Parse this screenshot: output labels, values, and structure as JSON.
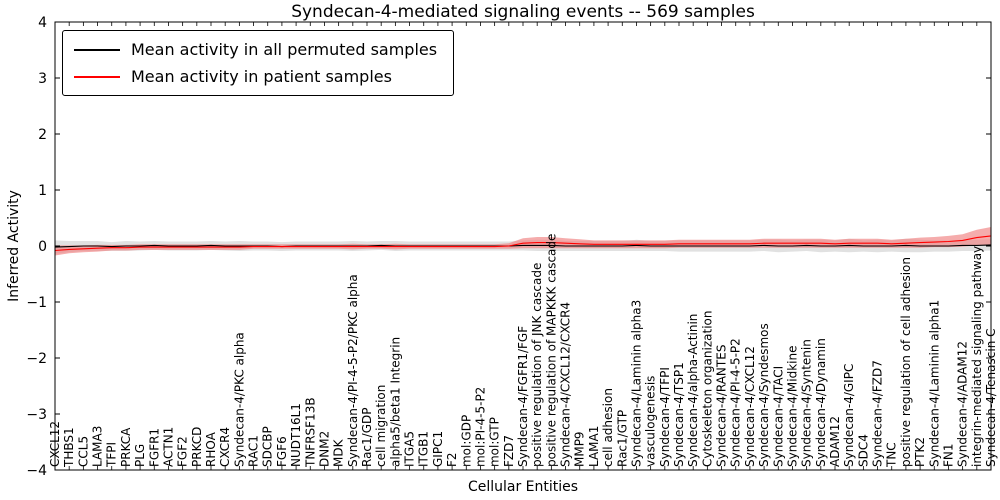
{
  "chart_data": {
    "type": "line",
    "title": "Syndecan-4-mediated signaling events -- 569 samples",
    "xlabel": "Cellular Entities",
    "ylabel": "Inferred Activity",
    "ylim": [
      -4,
      4
    ],
    "yticks": [
      -4,
      -3,
      -2,
      -1,
      0,
      1,
      2,
      3,
      4
    ],
    "grid": false,
    "legend_position": "upper left",
    "legend": [
      {
        "label": "Mean activity in all permuted samples",
        "color": "#000000"
      },
      {
        "label": "Mean activity in patient samples",
        "color": "#ff0000"
      }
    ],
    "colors": {
      "permuted_line": "#000000",
      "patient_line": "#ff0000",
      "permuted_band": "#c8c8c8",
      "patient_band": "#f08080",
      "frame": "#000000"
    },
    "categories": [
      "CXCL12",
      "THBS1",
      "CCL5",
      "LAMA3",
      "TFPI",
      "PRKCA",
      "PLG",
      "FGFR1",
      "ACTN1",
      "FGF2",
      "PRKCD",
      "RHOA",
      "CXCR4",
      "Syndecan-4/PKC alpha",
      "RAC1",
      "SDCBP",
      "FGF6",
      "NUDT16L1",
      "TNFRSF13B",
      "DNM2",
      "MDK",
      "Syndecan-4/PI-4-5-P2/PKC alpha",
      "Rac1/GDP",
      "cell migration",
      "alpha5/beta1 Integrin",
      "ITGA5",
      "ITGB1",
      "GIPC1",
      "F2",
      "mol:GDP",
      "mol:PI-4-5-P2",
      "mol:GTP",
      "FZD7",
      "Syndecan-4/FGFR1/FGF",
      "positive regulation of JNK cascade",
      "positive regulation of MAPKKK cascade",
      "Syndecan-4/CXCL12/CXCR4",
      "MMP9",
      "LAMA1",
      "cell adhesion",
      "Rac1/GTP",
      "Syndecan-4/Laminin alpha3",
      "vasculogenesis",
      "Syndecan-4/TFPI",
      "Syndecan-4/TSP1",
      "Syndecan-4/alpha-Actinin",
      "Cytoskeleton organization",
      "Syndecan-4/RANTES",
      "Syndecan-4/PI-4-5-P2",
      "Syndecan-4/CXCL12",
      "Syndecan-4/Syndesmos",
      "Syndecan-4/TACI",
      "Syndecan-4/Midkine",
      "Syndecan-4/Syntenin",
      "Syndecan-4/Dynamin",
      "ADAM12",
      "Syndecan-4/GIPC",
      "SDC4",
      "Syndecan-4/FZD7",
      "TNC",
      "positive regulation of cell adhesion",
      "PTK2",
      "Syndecan-4/Laminin alpha1",
      "FN1",
      "Syndecan-4/ADAM12",
      "integrin-mediated signaling pathway",
      "Syndecan-4/Tenascin C"
    ],
    "series": [
      {
        "name": "Mean activity in all permuted samples",
        "values": [
          -0.02,
          -0.01,
          0,
          0,
          -0.01,
          0,
          0,
          0.01,
          0,
          0,
          0,
          0.01,
          0,
          0,
          0,
          0,
          -0.01,
          0,
          0,
          0,
          0,
          0,
          0,
          0.01,
          0,
          0,
          0,
          0,
          0,
          0,
          0,
          0,
          0,
          0.01,
          0.01,
          0.01,
          0,
          0,
          0,
          0,
          0,
          0.01,
          0,
          0,
          0,
          0,
          0,
          0,
          0,
          0,
          0.01,
          0,
          0,
          0.01,
          0,
          0,
          0.01,
          0,
          0,
          0,
          0.01,
          0,
          0,
          0,
          0.01,
          0.01,
          0.02
        ],
        "band_halfwidth": [
          0.12,
          0.1,
          0.09,
          0.09,
          0.08,
          0.09,
          0.08,
          0.08,
          0.08,
          0.08,
          0.08,
          0.08,
          0.08,
          0.09,
          0.08,
          0.08,
          0.08,
          0.08,
          0.08,
          0.08,
          0.08,
          0.09,
          0.08,
          0.08,
          0.09,
          0.08,
          0.08,
          0.08,
          0.08,
          0.08,
          0.08,
          0.08,
          0.08,
          0.09,
          0.1,
          0.1,
          0.09,
          0.09,
          0.09,
          0.09,
          0.09,
          0.1,
          0.09,
          0.09,
          0.1,
          0.1,
          0.1,
          0.1,
          0.1,
          0.1,
          0.1,
          0.11,
          0.1,
          0.1,
          0.11,
          0.1,
          0.12,
          0.1,
          0.11,
          0.1,
          0.12,
          0.11,
          0.1,
          0.1,
          0.1,
          0.1,
          0.1
        ]
      },
      {
        "name": "Mean activity in patient samples",
        "values": [
          -0.08,
          -0.06,
          -0.05,
          -0.04,
          -0.03,
          -0.03,
          -0.02,
          -0.02,
          -0.02,
          -0.02,
          -0.02,
          -0.02,
          -0.02,
          -0.02,
          -0.01,
          -0.01,
          -0.01,
          -0.01,
          -0.01,
          -0.01,
          -0.01,
          -0.01,
          -0.01,
          -0.01,
          -0.01,
          -0.01,
          -0.01,
          -0.01,
          -0.01,
          -0.01,
          -0.01,
          -0.01,
          0.0,
          0.05,
          0.06,
          0.06,
          0.05,
          0.04,
          0.03,
          0.03,
          0.03,
          0.03,
          0.03,
          0.03,
          0.04,
          0.04,
          0.04,
          0.04,
          0.04,
          0.04,
          0.05,
          0.05,
          0.05,
          0.05,
          0.05,
          0.04,
          0.05,
          0.05,
          0.05,
          0.04,
          0.05,
          0.06,
          0.07,
          0.08,
          0.1,
          0.15,
          0.18
        ],
        "band_halfwidth": [
          0.09,
          0.07,
          0.06,
          0.06,
          0.05,
          0.05,
          0.05,
          0.05,
          0.05,
          0.05,
          0.05,
          0.05,
          0.05,
          0.05,
          0.04,
          0.04,
          0.04,
          0.04,
          0.04,
          0.04,
          0.04,
          0.05,
          0.04,
          0.04,
          0.05,
          0.04,
          0.04,
          0.04,
          0.04,
          0.04,
          0.04,
          0.04,
          0.05,
          0.09,
          0.1,
          0.1,
          0.09,
          0.08,
          0.07,
          0.07,
          0.07,
          0.07,
          0.07,
          0.07,
          0.07,
          0.07,
          0.07,
          0.07,
          0.07,
          0.07,
          0.08,
          0.08,
          0.08,
          0.08,
          0.08,
          0.07,
          0.08,
          0.08,
          0.08,
          0.07,
          0.08,
          0.09,
          0.09,
          0.1,
          0.11,
          0.14,
          0.16
        ]
      }
    ]
  }
}
